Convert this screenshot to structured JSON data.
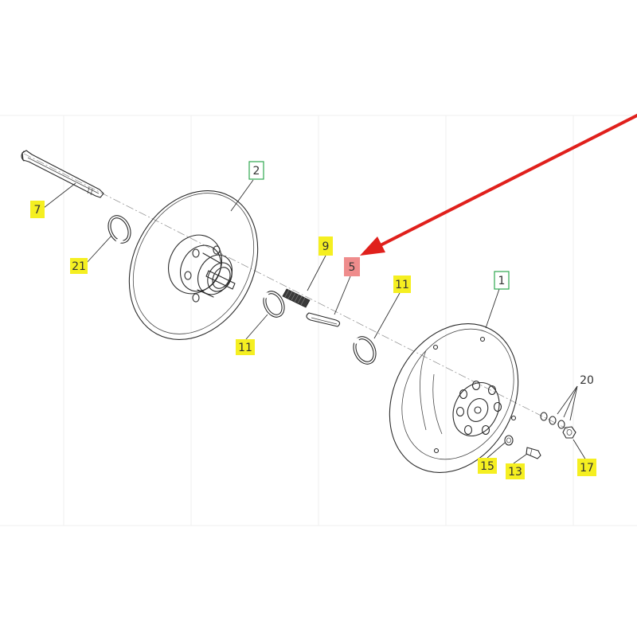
{
  "colors": {
    "yellow_callout": "#f5ef21",
    "red_callout": "#ef8c8c",
    "green_outline": "#2fa84f",
    "arrow": "#e0201c"
  },
  "callouts": [
    {
      "id": "c7",
      "label": "7",
      "style": "yellow"
    },
    {
      "id": "c21",
      "label": "21",
      "style": "yellow"
    },
    {
      "id": "c2",
      "label": "2",
      "style": "green"
    },
    {
      "id": "c11a",
      "label": "11",
      "style": "yellow"
    },
    {
      "id": "c9",
      "label": "9",
      "style": "yellow"
    },
    {
      "id": "c5",
      "label": "5",
      "style": "red"
    },
    {
      "id": "c11b",
      "label": "11",
      "style": "yellow"
    },
    {
      "id": "c1",
      "label": "1",
      "style": "green"
    },
    {
      "id": "c20",
      "label": "20",
      "style": "plain"
    },
    {
      "id": "c15",
      "label": "15",
      "style": "yellow"
    },
    {
      "id": "c13",
      "label": "13",
      "style": "yellow"
    },
    {
      "id": "c17",
      "label": "17",
      "style": "yellow"
    }
  ]
}
